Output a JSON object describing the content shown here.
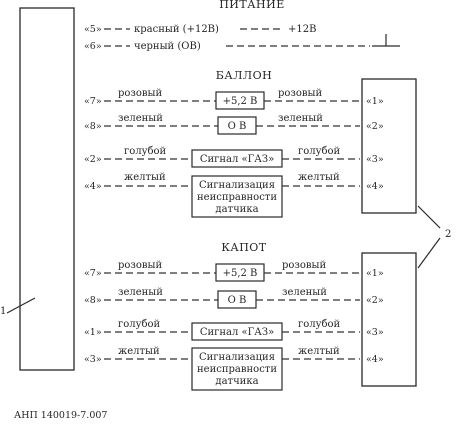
{
  "power": {
    "title": "ПИТАНИЕ",
    "pin_5": "«5»",
    "pin_6": "«6»",
    "wire_red": "красный (+12В)",
    "label_plus12": "+12В",
    "wire_black": "черный (ОВ)"
  },
  "balloon": {
    "title": "БАЛЛОН",
    "left_pins": [
      "«7»",
      "«8»",
      "«2»",
      "«4»"
    ],
    "right_pins": [
      "«1»",
      "«2»",
      "«3»",
      "«4»"
    ],
    "wire_left": [
      "розовый",
      "зеленый",
      "голубой",
      "желтый"
    ],
    "wire_right": [
      "розовый",
      "зеленый",
      "голубой",
      "желтый"
    ],
    "box_plus": "+5,2 В",
    "box_zero": "О В",
    "box_gas": "Сигнал «ГАЗ»",
    "box_fault": [
      "Сигнализация",
      "неисправности",
      "датчика"
    ]
  },
  "hood": {
    "title": "КАПОТ",
    "left_pins": [
      "«7»",
      "«8»",
      "«1»",
      "«3»"
    ],
    "right_pins": [
      "«1»",
      "«2»",
      "«3»",
      "«4»"
    ],
    "wire_left": [
      "розовый",
      "зеленый",
      "голубой",
      "желтый"
    ],
    "wire_right": [
      "розовый",
      "зеленый",
      "голубой",
      "желтый"
    ],
    "box_plus": "+5,2 В",
    "box_zero": "О В",
    "box_gas": "Сигнал «ГАЗ»",
    "box_fault": [
      "Сигнализация",
      "неисправности",
      "датчика"
    ]
  },
  "callouts": {
    "label_1": "1",
    "label_2": "2"
  },
  "footer": {
    "code": "АНП 140019-7.007"
  }
}
